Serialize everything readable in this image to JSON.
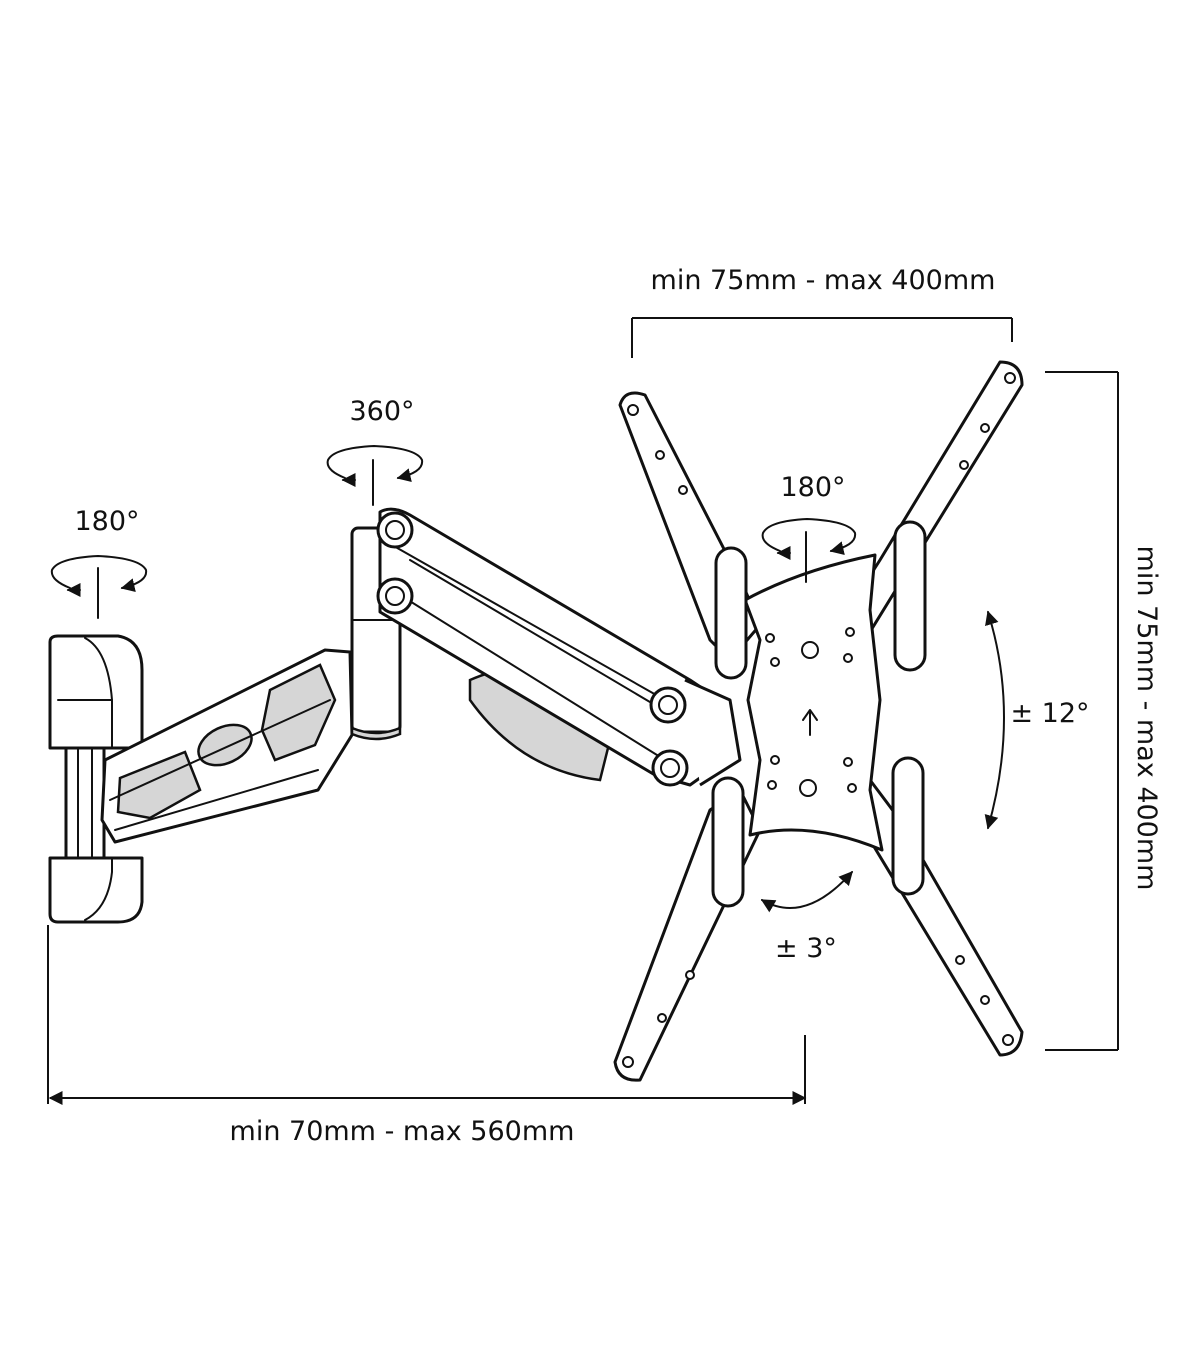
{
  "labels": {
    "wall_swivel": "180°",
    "arm_swivel": "360°",
    "head_swivel": "180°",
    "tilt": "± 12°",
    "rotation": "± 3°",
    "vesa_horizontal": "min 75mm - max 400mm",
    "vesa_vertical": "min 75mm - max 400mm",
    "wall_distance": "min 70mm - max 560mm"
  },
  "colors": {
    "line": "#111111",
    "shade": "#d6d6d6",
    "background": "#ffffff"
  }
}
